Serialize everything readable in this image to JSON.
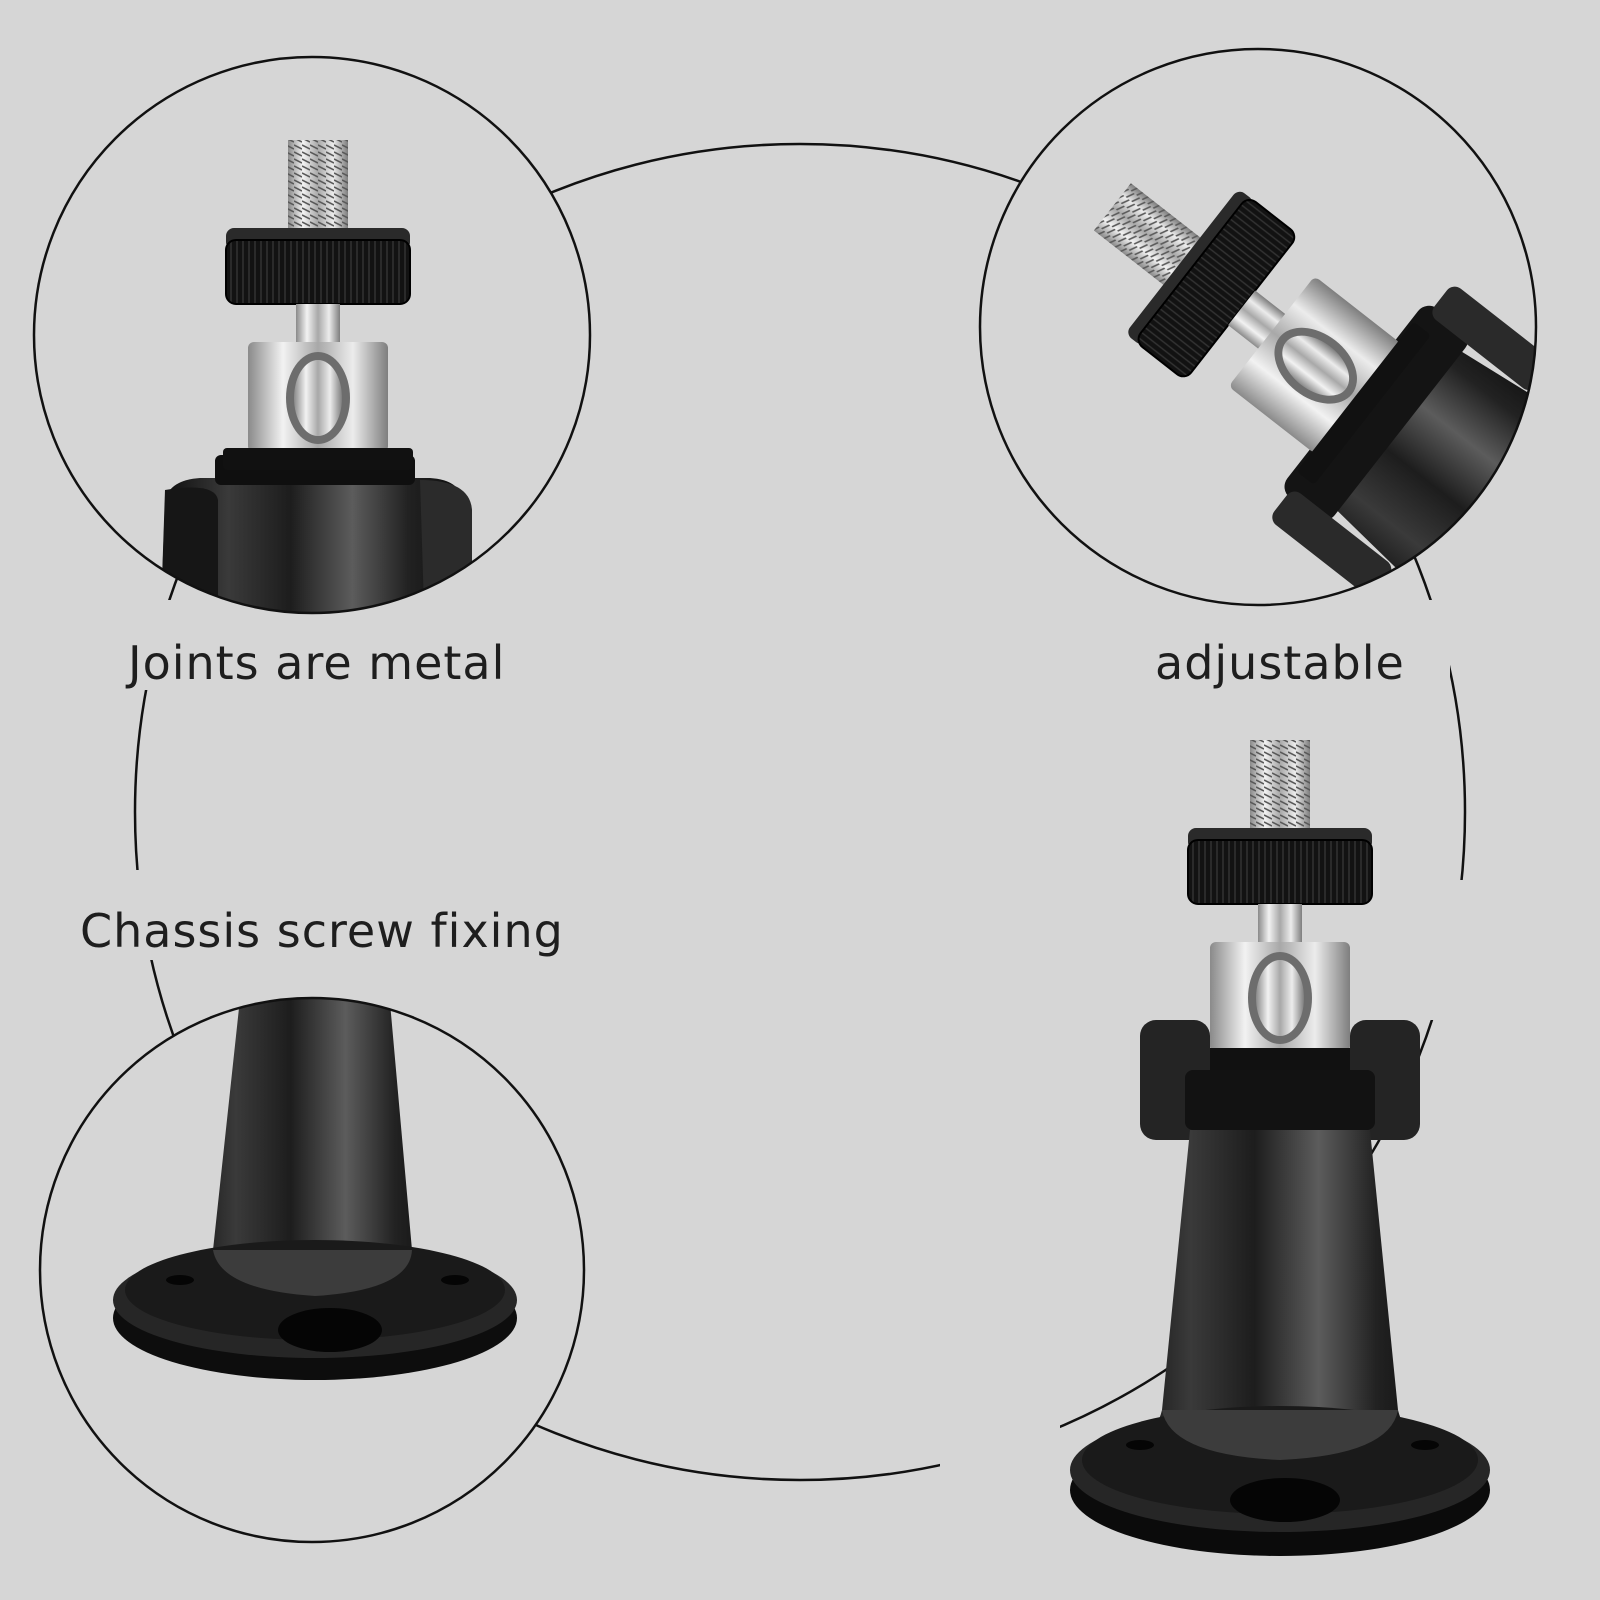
{
  "callouts": {
    "joints": "Joints are metal",
    "adjustable": "adjustable",
    "chassis": "Chassis screw fixing"
  },
  "illustration": {
    "items": [
      "metal-joint-closeup",
      "angled-joint-closeup",
      "base-closeup",
      "full-mount"
    ]
  },
  "colors": {
    "background": "#d6d6d6",
    "outline": "#111111",
    "plastic": "#1b1b1b",
    "metal": "#c8c8c8"
  }
}
